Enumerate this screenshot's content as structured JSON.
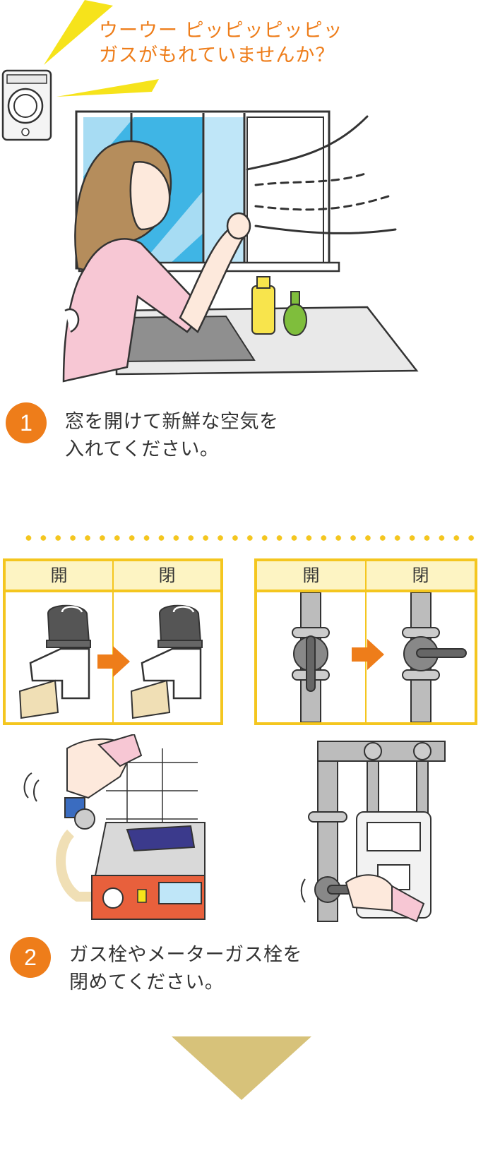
{
  "alarm": {
    "sound_text": "ウーウー ピッピッピッピッ",
    "question_text": "ガスがもれていませんか？"
  },
  "step1": {
    "number": "1",
    "line1": "窓を開けて新鮮な空気を",
    "line2": "入れてください。"
  },
  "valve_panels": [
    {
      "open_label": "開",
      "closed_label": "閉"
    },
    {
      "open_label": "開",
      "closed_label": "閉"
    }
  ],
  "step2": {
    "number": "2",
    "line1": "ガス栓やメーターガス栓を",
    "line2": "閉めてください。"
  },
  "colors": {
    "accent_orange": "#ee7d1a",
    "panel_yellow": "#f4c61f",
    "panel_header_bg": "#fdf4c3",
    "next_arrow": "#d7c27a"
  }
}
